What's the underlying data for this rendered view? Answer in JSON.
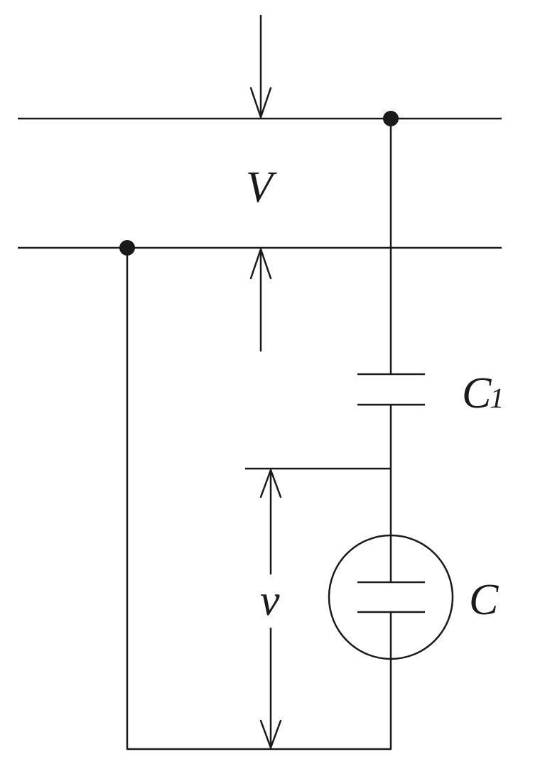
{
  "labels": {
    "voltage_v_upper": "V",
    "voltage_v_lower": "v",
    "capacitor_c1_main": "C",
    "capacitor_c1_sub": "1",
    "capacitor_c": "C"
  }
}
